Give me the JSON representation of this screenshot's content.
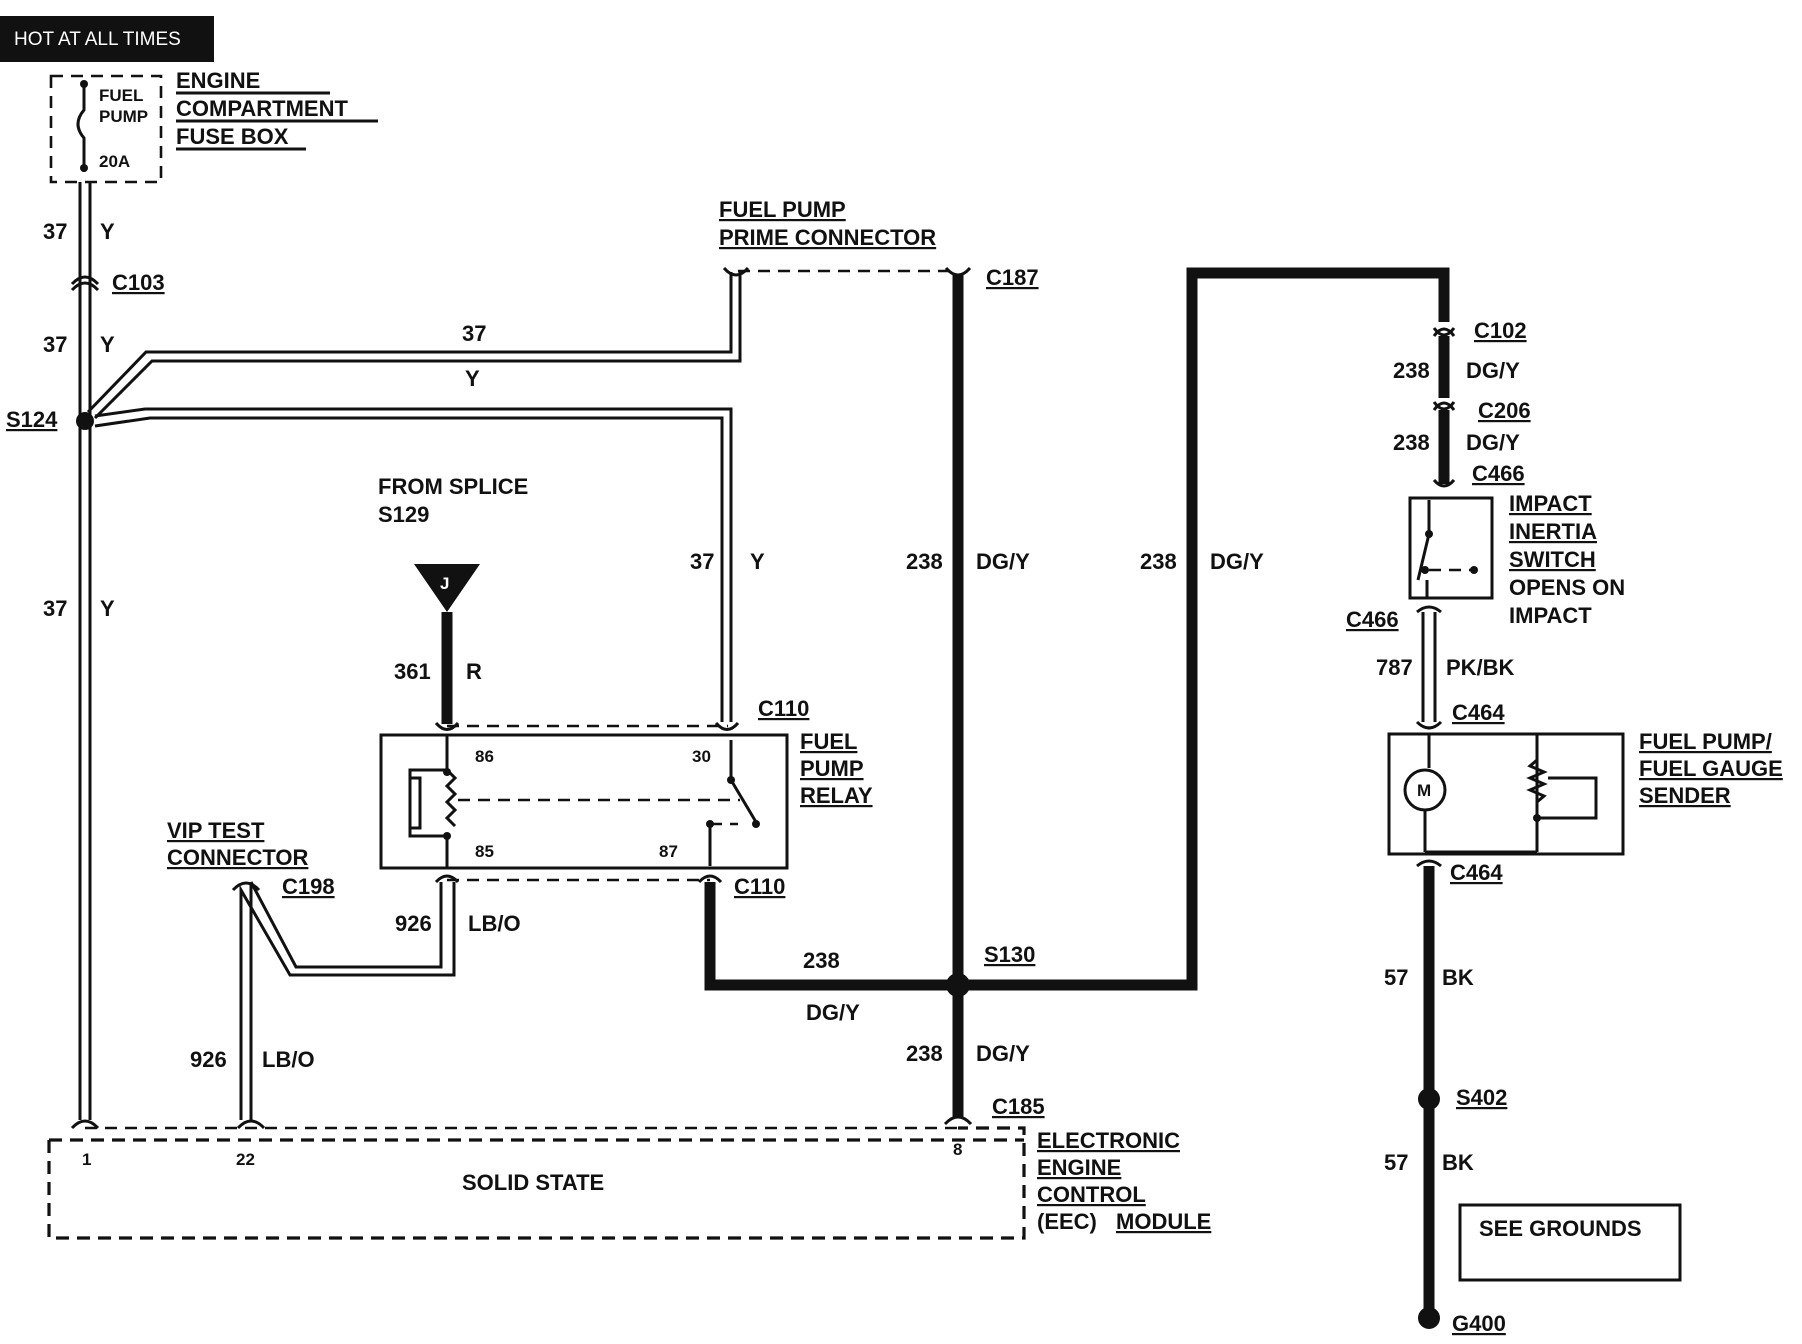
{
  "header": {
    "hot_label": "HOT AT ALL TIMES"
  },
  "fuse_box": {
    "name_lines": [
      "ENGINE",
      "COMPARTMENT",
      "FUSE BOX"
    ],
    "fuse_lines": [
      "FUEL",
      "PUMP"
    ],
    "rating": "20A"
  },
  "connectors": {
    "c103": "C103",
    "c187": "C187",
    "c110_top": "C110",
    "c110_bottom": "C110",
    "c198": "C198",
    "c185": "C185",
    "c102": "C102",
    "c206": "C206",
    "c466_top": "C466",
    "c466_bottom": "C466",
    "c464_top": "C464",
    "c464_bottom": "C464"
  },
  "splices": {
    "s124": "S124",
    "s130": "S130",
    "s402": "S402"
  },
  "ground": {
    "g400": "G400",
    "see_grounds": "SEE GROUNDS"
  },
  "prime_connector": {
    "lines": [
      "FUEL PUMP",
      "PRIME CONNECTOR"
    ]
  },
  "from_splice": {
    "lines": [
      "FROM SPLICE",
      "S129"
    ],
    "marker": "J"
  },
  "vip_test": {
    "lines": [
      "VIP TEST",
      "CONNECTOR"
    ]
  },
  "relay": {
    "lines": [
      "FUEL",
      "PUMP",
      "RELAY"
    ],
    "pins": {
      "p86": "86",
      "p85": "85",
      "p30": "30",
      "p87": "87"
    }
  },
  "inertia_switch": {
    "lines": [
      "IMPACT",
      "INERTIA",
      "SWITCH",
      "OPENS ON",
      "IMPACT"
    ]
  },
  "sender": {
    "lines": [
      "FUEL PUMP/",
      "FUEL GAUGE",
      "SENDER"
    ],
    "motor": "M"
  },
  "eec": {
    "lines": [
      "ELECTRONIC",
      "ENGINE",
      "CONTROL"
    ],
    "line4a": "(EEC)",
    "line4b": "MODULE",
    "solid_state": "SOLID STATE",
    "pins": {
      "p1": "1",
      "p22": "22",
      "p8": "8"
    }
  },
  "wires": {
    "w37_a": {
      "num": "37",
      "color": "Y"
    },
    "w37_b": {
      "num": "37",
      "color": "Y"
    },
    "w37_c": {
      "num": "37",
      "color": "Y"
    },
    "w37_top": {
      "num": "37",
      "color": "Y"
    },
    "w37_relay": {
      "num": "37",
      "color": "Y"
    },
    "w361": {
      "num": "361",
      "color": "R"
    },
    "w926_a": {
      "num": "926",
      "color": "LB/O"
    },
    "w926_b": {
      "num": "926",
      "color": "LB/O"
    },
    "w238_mid": {
      "num": "238",
      "color": "DG/Y"
    },
    "w238_right": {
      "num": "238",
      "color": "DG/Y"
    },
    "w238_horiz": {
      "num": "238",
      "color": "DG/Y"
    },
    "w238_low": {
      "num": "238",
      "color": "DG/Y"
    },
    "w238_c102": {
      "num": "238",
      "color": "DG/Y"
    },
    "w238_c206": {
      "num": "238",
      "color": "DG/Y"
    },
    "w787": {
      "num": "787",
      "color": "PK/BK"
    },
    "w57_a": {
      "num": "57",
      "color": "BK"
    },
    "w57_b": {
      "num": "57",
      "color": "BK"
    }
  }
}
